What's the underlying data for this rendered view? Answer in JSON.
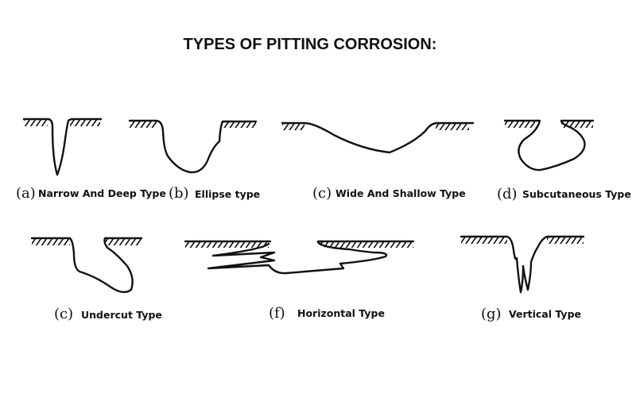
{
  "title": "TYPES OF PITTING CORROSION:",
  "types": [
    {
      "letter": "(a)",
      "label": "Narrow And Deep Type"
    },
    {
      "letter": "(b)",
      "label": "Ellipse type"
    },
    {
      "letter": "(c)",
      "label": "Wide And Shallow Type"
    },
    {
      "letter": "(d)",
      "label": "Subcutaneous Type"
    },
    {
      "letter": "(c)",
      "label": "Undercut Type"
    },
    {
      "letter": "(f)",
      "label": "Horizontal Type"
    },
    {
      "letter": "(g)",
      "label": "Vertical Type"
    }
  ]
}
